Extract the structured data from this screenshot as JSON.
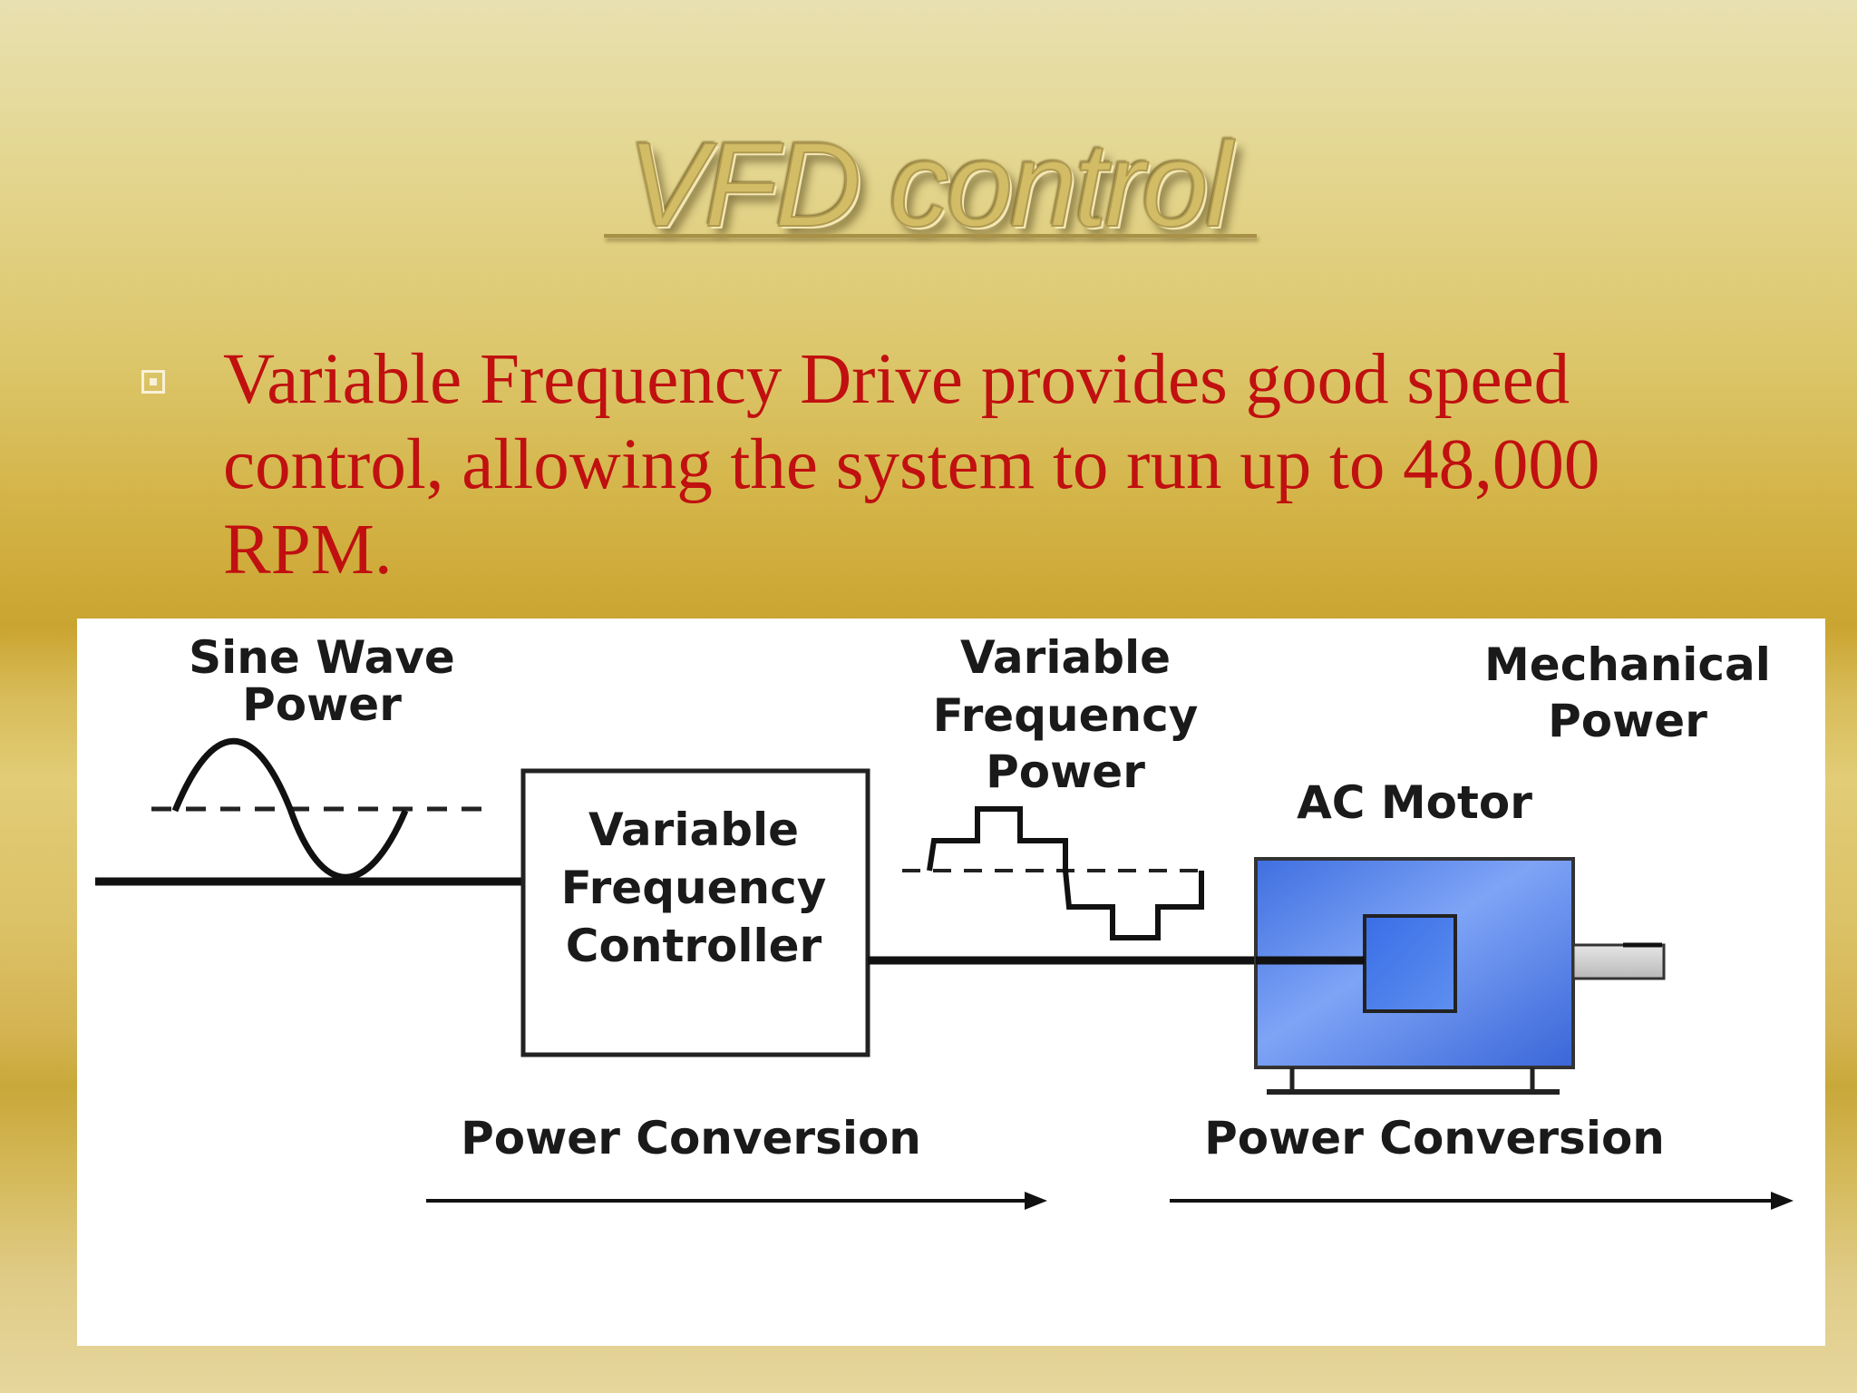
{
  "slide": {
    "title": "VFD control",
    "bullet": "Variable Frequency Drive provides good speed control, allowing the system to run up to 48,000 RPM."
  },
  "diagram": {
    "sine_wave_label": [
      "Sine Wave",
      "Power"
    ],
    "controller_label": [
      "Variable",
      "Frequency",
      "Controller"
    ],
    "vf_power_label": [
      "Variable",
      "Frequency",
      "Power"
    ],
    "mechanical_label": [
      "Mechanical",
      "Power"
    ],
    "motor_label": "AC Motor",
    "conversion_left": "Power Conversion",
    "conversion_right": "Power Conversion"
  },
  "colors": {
    "bullet_text": "#c01010",
    "motor_body": "#6a97f0",
    "motor_core": "#4e7ee8"
  }
}
